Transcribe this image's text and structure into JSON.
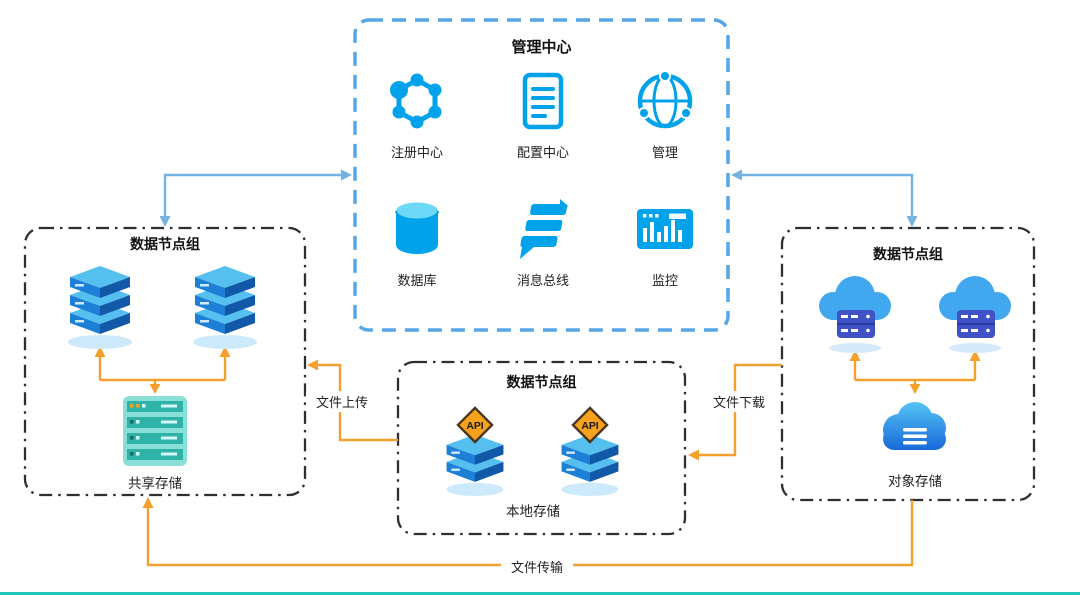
{
  "management_center": {
    "title": "管理中心",
    "items": [
      {
        "id": "registry",
        "label": "注册中心"
      },
      {
        "id": "config",
        "label": "配置中心"
      },
      {
        "id": "admin",
        "label": "管理"
      },
      {
        "id": "database",
        "label": "数据库"
      },
      {
        "id": "message-bus",
        "label": "消息总线"
      },
      {
        "id": "monitor",
        "label": "监控"
      }
    ]
  },
  "left_group": {
    "title": "数据节点组",
    "storage_label": "共享存储"
  },
  "center_group": {
    "title": "数据节点组",
    "storage_label": "本地存储",
    "api_label": "API"
  },
  "right_group": {
    "title": "数据节点组",
    "storage_label": "对象存储"
  },
  "edges": {
    "upload": "文件上传",
    "download": "文件下载",
    "transfer": "文件传输"
  },
  "colors": {
    "management_border": "#57a7e8",
    "group_border": "#2f2f2f",
    "icon_blue": "#00a2e9",
    "arrow_blue": "#74b2e2",
    "arrow_orange": "#f5a02c",
    "storage_teal": "#2fb3a9",
    "bottom_bar": "#20c7b9"
  }
}
